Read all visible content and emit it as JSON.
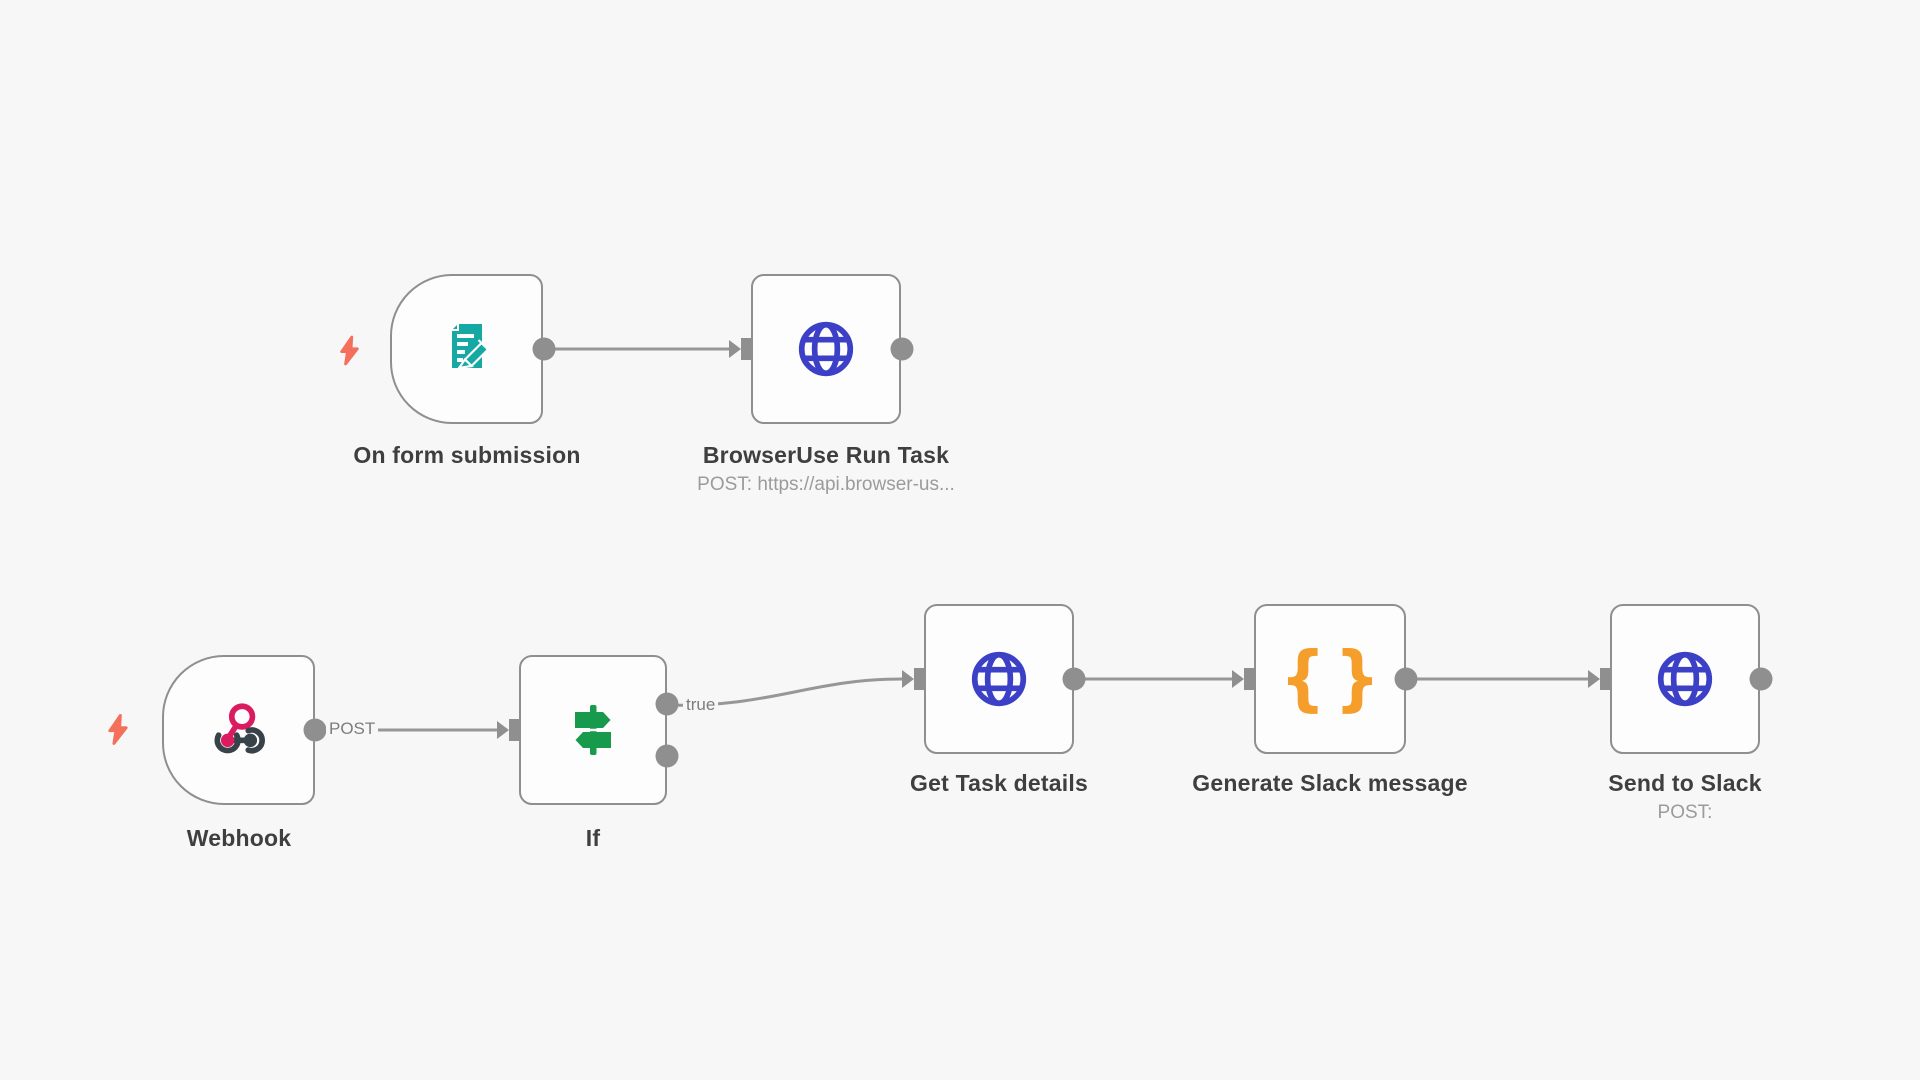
{
  "app": "workflow-canvas",
  "colors": {
    "canvas_bg": "#f7f7f7",
    "node_bg": "#fdfdfd",
    "node_border": "#8f8f8f",
    "connector": "#979797",
    "port": "#8f8f8f",
    "label_text": "#3f3f3f",
    "subtitle_text": "#9b9b9b",
    "trigger_bolt": "#f4705c",
    "globe_blue": "#3c40c6",
    "form_teal": "#16a8a2",
    "if_green": "#179a4b",
    "braces_orange": "#f59e2b",
    "webhook_pink": "#dc1a5f",
    "webhook_dark": "#384249"
  },
  "workflow": {
    "nodes": [
      {
        "id": "form-trigger",
        "label": "On form submission",
        "type": "trigger",
        "icon": "form-icon"
      },
      {
        "id": "browseruse-run-task",
        "label": "BrowserUse Run Task",
        "subtitle": "POST: https://api.browser-us...",
        "type": "action",
        "icon": "globe-icon"
      },
      {
        "id": "webhook",
        "label": "Webhook",
        "type": "trigger",
        "icon": "webhook-icon"
      },
      {
        "id": "if",
        "label": "If",
        "type": "action",
        "icon": "signpost-icon"
      },
      {
        "id": "get-task-details",
        "label": "Get Task details",
        "type": "action",
        "icon": "globe-icon"
      },
      {
        "id": "generate-slack-message",
        "label": "Generate Slack message",
        "type": "action",
        "icon": "braces-icon"
      },
      {
        "id": "send-to-slack",
        "label": "Send to Slack",
        "subtitle": "POST:",
        "type": "action",
        "icon": "globe-icon"
      }
    ],
    "connections": [
      {
        "from": "form-trigger",
        "to": "browseruse-run-task",
        "label": ""
      },
      {
        "from": "webhook",
        "to": "if",
        "label": "POST"
      },
      {
        "from": "if",
        "to": "get-task-details",
        "label": "true"
      },
      {
        "from": "get-task-details",
        "to": "generate-slack-message",
        "label": ""
      },
      {
        "from": "generate-slack-message",
        "to": "send-to-slack",
        "label": ""
      }
    ],
    "braces_glyphs": {
      "open": "{",
      "close": "}"
    }
  }
}
